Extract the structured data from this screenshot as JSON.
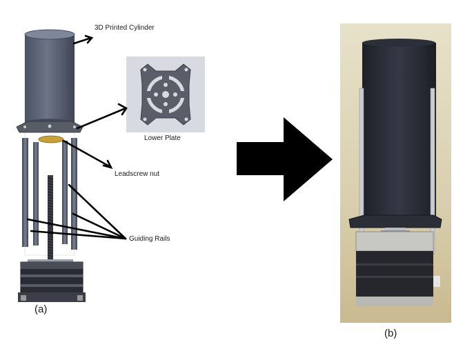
{
  "labels": {
    "cylinder": "3D Printed Cylinder",
    "lower_plate": "Lower Plate",
    "leadscrew_nut": "Leadscrew nut",
    "guiding_rails": "Guiding Rails"
  },
  "captions": {
    "a": "(a)",
    "b": "(b)"
  },
  "colors": {
    "cylinder_fill": "#5b6376",
    "plate_fill": "#5a5e68",
    "nut_fill": "#c8a13a",
    "rail_fill": "#4c5260",
    "motor_fill": "#2a2c33",
    "arrow_fill": "#000000",
    "photo_bg": "#d9d0b4"
  },
  "icons": {
    "big_arrow": "right-arrow-icon"
  }
}
